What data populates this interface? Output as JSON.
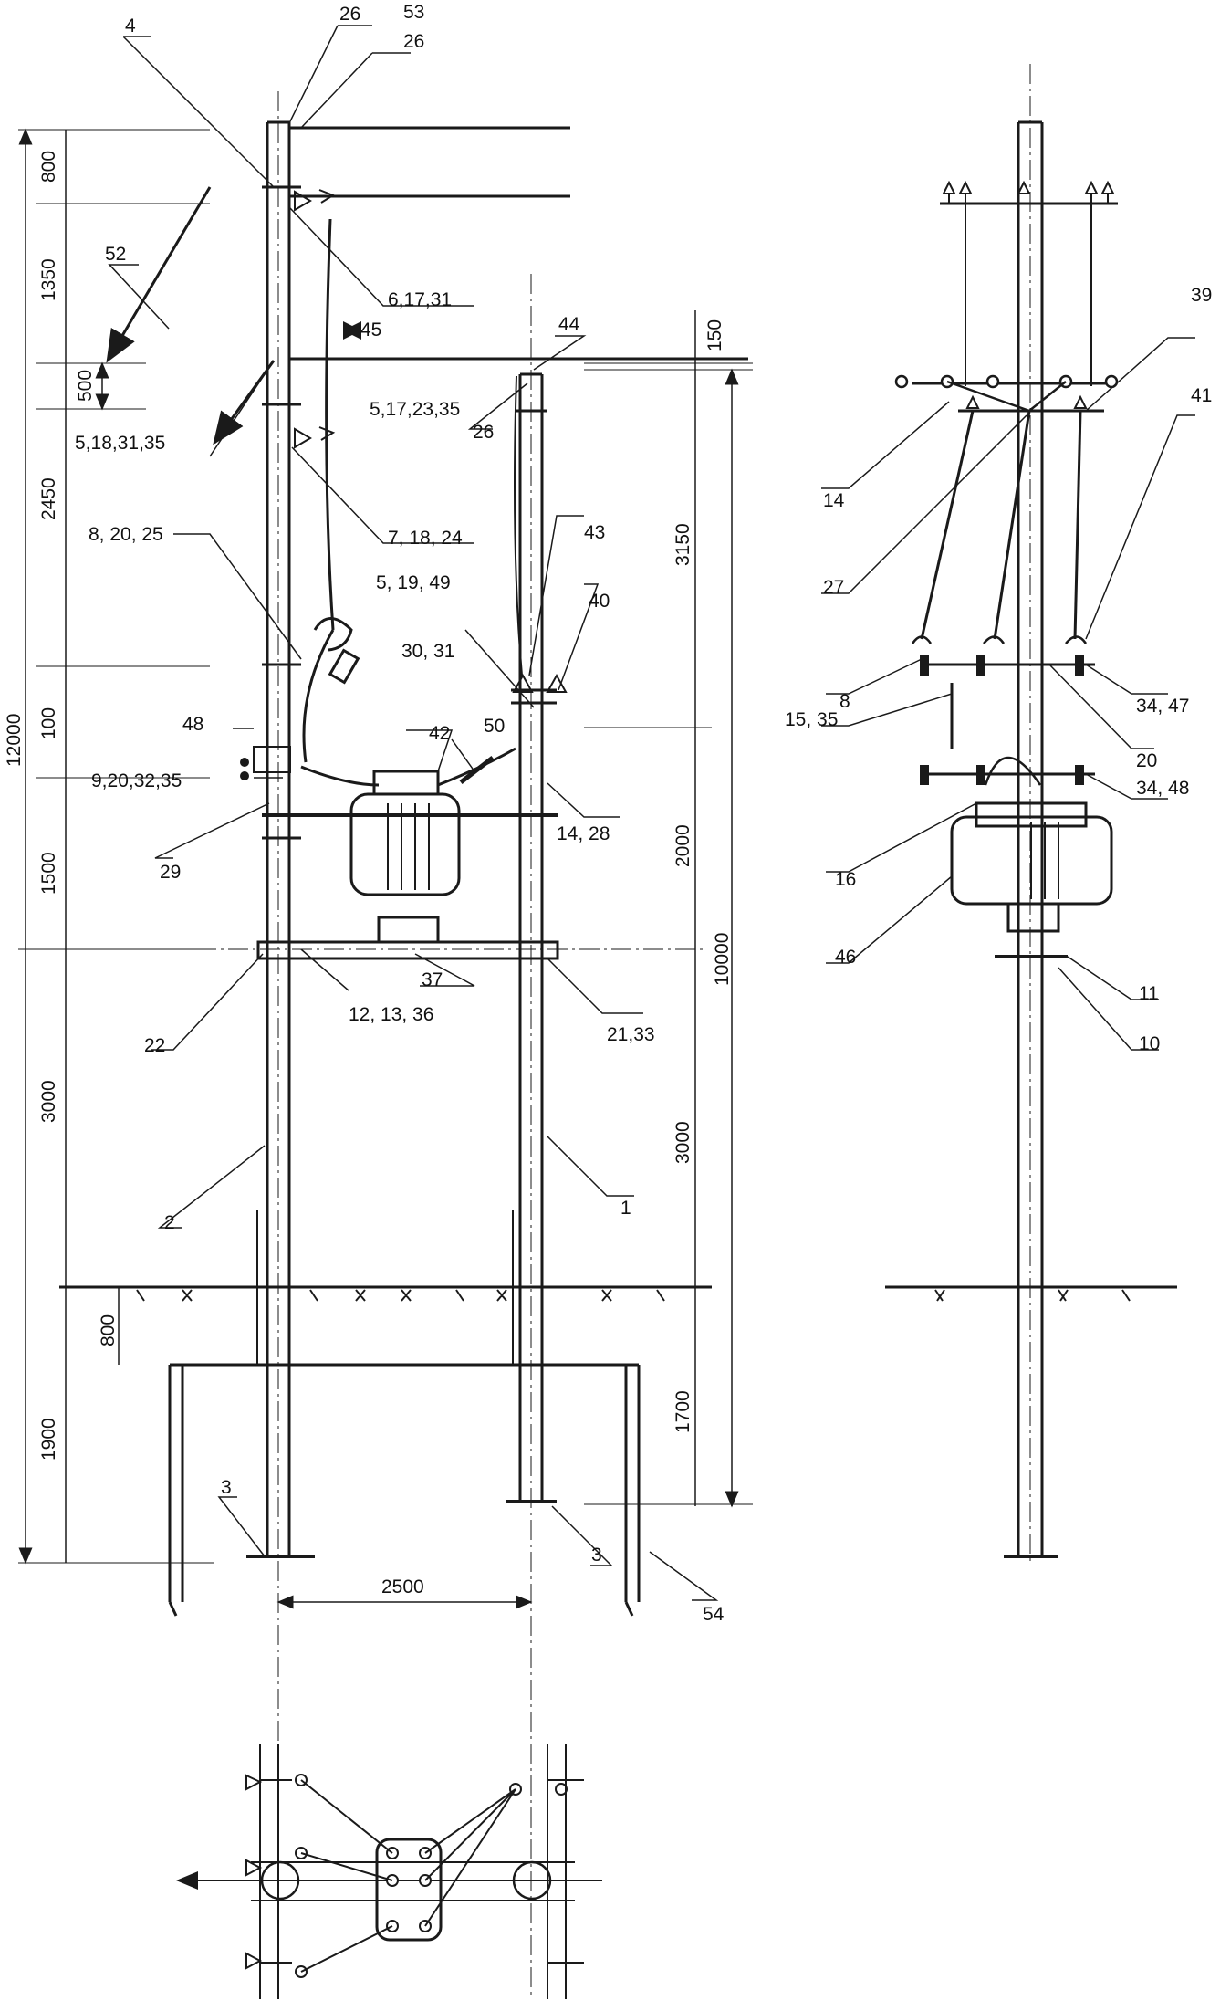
{
  "colors": {
    "ink": "#1a1a1a",
    "background": "#ffffff"
  },
  "dimensions": {
    "left_stack": [
      "800",
      "1350",
      "500",
      "2450",
      "100",
      "1500",
      "3000",
      "800",
      "1900"
    ],
    "overall_left": "12000",
    "right_stack": [
      "150",
      "3150",
      "2000",
      "3000",
      "1700"
    ],
    "overall_right": "10000",
    "span": "2500"
  },
  "callouts": {
    "c26a": "26",
    "c53": "53",
    "c26b": "26",
    "c4": "4",
    "c6_17_31": "6,17,31",
    "c52": "52",
    "c45": "45",
    "c44": "44",
    "c5_17_23_35": "5,17,23,35",
    "c26c": "26",
    "c5_18_31_35": "5,18,31,35",
    "c7_18_24": "7, 18, 24",
    "c8_20_25": "8, 20, 25",
    "c43": "43",
    "c5_19_49": "5, 19, 49",
    "c30_31": "30, 31",
    "c40": "40",
    "c48": "48",
    "c42": "42",
    "c50": "50",
    "c9_20_32_35": "9,20,32,35",
    "c14_28": "14, 28",
    "c29": "29",
    "c37": "37",
    "c12_13_36": "12, 13, 36",
    "c22": "22",
    "c21_33": "21,33",
    "c2": "2",
    "c1": "1",
    "c3a": "3",
    "c3b": "3",
    "c54": "54",
    "s39": "39",
    "s41": "41",
    "s14": "14",
    "s27": "27",
    "s8": "8",
    "s34_47": "34, 47",
    "s15_35": "15, 35",
    "s20": "20",
    "s34_48": "34, 48",
    "s16": "16",
    "s46": "46",
    "s11": "11",
    "s10": "10"
  },
  "icons": [
    "ground-hatch",
    "insulator-triangle",
    "arrow-head"
  ]
}
